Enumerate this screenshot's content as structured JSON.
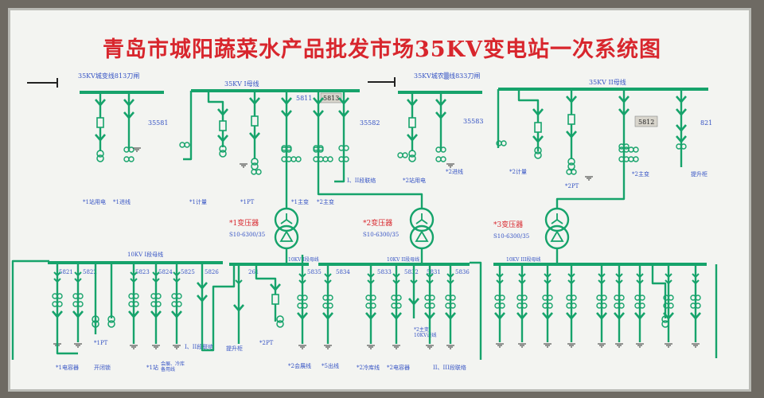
{
  "title": "青岛市城阳蔬菜水产品批发市场35KV变电站一次系统图",
  "colors": {
    "line": "#16a36b",
    "text_red": "#d8262d",
    "text_blue": "#3452c4",
    "board": "#f3f4f1",
    "frame": "#6e6a63"
  },
  "incoming": {
    "line1": "35KV城变线813刀闸",
    "line2": "35KV城农▒线833刀闸"
  },
  "buses": {
    "bus35_1": "35KV I母线",
    "bus35_2": "35KV II母线",
    "bus10_1": "10KV I段母线",
    "bus10_1b": "10KV I段母线",
    "bus10_2": "10KV II段母线",
    "bus10_3": "10KV III段母线"
  },
  "switch_codes": {
    "s35581": "35581",
    "s5811": "5811",
    "s5813": "5813",
    "s35582": "35582",
    "s35583": "35583",
    "s5812": "5812",
    "s821": "821"
  },
  "top_feeders": {
    "f1": "*1站用电",
    "f2": "*1进线",
    "f3": "*1计量",
    "f4": "*1PT",
    "f5": "*1主变",
    "f6": "*2主变",
    "f7": "I、II段联络",
    "f8": "*2站用电",
    "f9": "*2进线",
    "f10": "*2计量",
    "f11": "*2PT",
    "f12": "*2主变",
    "f13": "提升柜"
  },
  "transformers": {
    "t1_name": "*1变压器",
    "t1_model": "S10-6300/35",
    "t2_name": "*2变压器",
    "t2_model": "S10-6300/35",
    "t3_name": "*3变压器",
    "t3_model": "S10-6300/35"
  },
  "bottom_codes": {
    "c5821": "5821",
    "c5822": "5822",
    "c5823": "5823",
    "c5824": "5824",
    "c5825": "5825",
    "c5826": "5826",
    "c261": "261",
    "c5835": "5835",
    "c5834": "5834",
    "c5833": "5833",
    "c5832": "5832",
    "c5831": "5831",
    "c5836": "5836"
  },
  "bottom_feeders": {
    "b1": "*1电容器",
    "b2": "开闭锁",
    "b3": "*1PT",
    "b4": "*1站",
    "b5": "会展、冷库\n备用线",
    "b6": "I、II段联络",
    "b7": "提升柜",
    "b8": "*2PT",
    "b9": "*2会展线",
    "b10": "*5出线",
    "b11": "*2冷库线",
    "b12": "*2电容器",
    "b13": "*2主变\n10KV进线",
    "b14": "II、III段联络"
  }
}
